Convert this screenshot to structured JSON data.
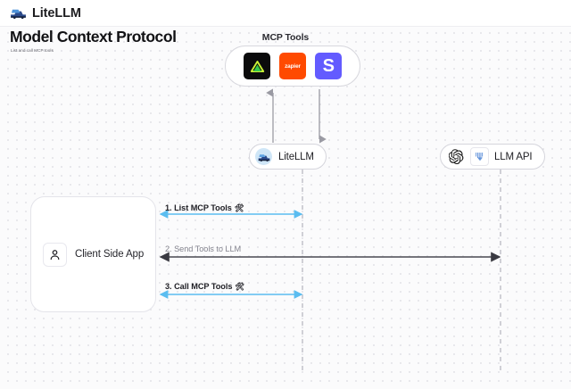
{
  "topbar": {
    "brand_name": "LiteLLM",
    "brand_icon": "litellm-logo-icon"
  },
  "header": {
    "title": "Model Context Protocol",
    "subtitle": "List and call MCP tools"
  },
  "diagram": {
    "type": "sequence-diagram",
    "background": "#fbfbfc",
    "grid": "dotted",
    "mcp_group": {
      "label": "MCP Tools",
      "tools": [
        {
          "name": "vercel",
          "glyph": "▲",
          "bg": "#0b0b0c",
          "fg": "#7ee787",
          "icon": "vercel-triangle-icon"
        },
        {
          "name": "zapier",
          "glyph": "zapier",
          "bg": "#ff4a00",
          "fg": "#ffffff",
          "icon": "zapier-icon"
        },
        {
          "name": "stripe",
          "glyph": "S",
          "bg": "#635bff",
          "fg": "#ffffff",
          "icon": "stripe-icon"
        }
      ]
    },
    "nodes": [
      {
        "id": "litellm",
        "label": "LiteLLM",
        "icon": "litellm-avatar-icon"
      },
      {
        "id": "llm-api",
        "label": "LLM API",
        "icons": [
          "openai-logo-icon",
          "anthropic-logo-icon"
        ]
      },
      {
        "id": "client",
        "label": "Client Side App",
        "icon": "user-person-icon"
      }
    ],
    "messages": [
      {
        "index": "1.",
        "text": "1. List MCP Tools",
        "emoji": "🛠",
        "color": "#5bbdf0",
        "direction": "bidirectional",
        "from": "client",
        "to": "litellm"
      },
      {
        "index": "2.",
        "text": "2. Send Tools to LLM",
        "emoji": "",
        "color": "#4a4a52",
        "direction": "bidirectional",
        "from": "client",
        "to": "llm-api"
      },
      {
        "index": "3.",
        "text": "3. Call MCP Tools",
        "emoji": "🛠",
        "color": "#5bbdf0",
        "direction": "bidirectional",
        "from": "client",
        "to": "litellm"
      }
    ],
    "vertical_flows": [
      {
        "from": "litellm",
        "to": "mcp-tools",
        "direction": "up"
      },
      {
        "from": "mcp-tools",
        "to": "litellm",
        "direction": "down"
      }
    ]
  }
}
